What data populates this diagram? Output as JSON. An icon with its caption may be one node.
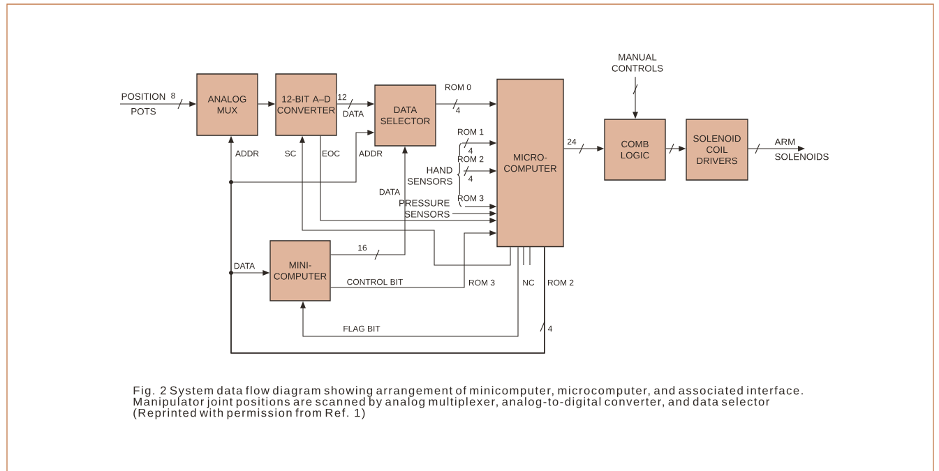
{
  "diagram": {
    "caption": "Fig. 2 System data flow diagram showing arrangement of minicomputer, microcomputer, and associated interface. Manipulator joint positions are scanned by analog multiplexer, analog-to-digital converter, and data selector (Reprinted with permission from Ref. 1)",
    "nodes": [
      {
        "text": [
          "ANALOG MUX"
        ]
      },
      {
        "text": [
          "12-BIT A–D CONVERTER"
        ]
      },
      {
        "text": [
          "DATA SELECTOR"
        ]
      },
      {
        "text": [
          "MICRO-COMPUTER"
        ]
      },
      {
        "text": [
          "MINI-COMPUTER"
        ]
      },
      {
        "text": [
          "COMB LOGIC"
        ]
      },
      {
        "text": [
          "SOLENOID COIL DRIVERS"
        ]
      },
      {
        "text": [
          "POSITION",
          "POTS"
        ]
      },
      {
        "text": [
          "MANUAL CONTROLS"
        ]
      },
      {
        "text": [
          "ARM",
          "SOLENOIDS"
        ]
      },
      {
        "text": [
          "HAND SENSORS"
        ]
      },
      {
        "text": [
          "PRESSURE SENSORS"
        ]
      }
    ],
    "edges": [
      {
        "from": 7,
        "to": 0,
        "arrow": "to",
        "label": "8"
      },
      {
        "from": 0,
        "to": 1,
        "arrow": "to"
      },
      {
        "from": 1,
        "to": 2,
        "arrow": "to",
        "label": "12"
      },
      {
        "from": 2,
        "to": 3,
        "arrow": "to",
        "label": "ROM 0"
      },
      {
        "from": 10,
        "to": 3,
        "arrow": "to",
        "label": "ROM 1"
      },
      {
        "from": 10,
        "to": 3,
        "arrow": "to",
        "label": "ROM 2"
      },
      {
        "from": 10,
        "to": 3,
        "arrow": "to",
        "label": "ROM 3"
      },
      {
        "from": 11,
        "to": 3,
        "arrow": "to"
      },
      {
        "from": 1,
        "to": 3,
        "arrow": "to",
        "label": "EOC"
      },
      {
        "from": 3,
        "to": 1,
        "arrow": "to",
        "label": "SC"
      },
      {
        "from": 4,
        "to": 2,
        "arrow": "to",
        "label": "16"
      },
      {
        "from": 4,
        "to": 3,
        "arrow": "to",
        "label": "CONTROL BIT"
      },
      {
        "from": 3,
        "to": 0,
        "arrow": "to",
        "label": "ADDR"
      },
      {
        "from": 3,
        "to": 2,
        "arrow": "to",
        "label": "ADDR"
      },
      {
        "from": 3,
        "to": 4,
        "arrow": "to",
        "label": "DATA"
      },
      {
        "from": 3,
        "to": 4,
        "arrow": "to",
        "label": "FLAG BIT"
      },
      {
        "from": 3,
        "to": 5,
        "arrow": "to",
        "label": "24"
      },
      {
        "from": 8,
        "to": 5,
        "arrow": "to"
      },
      {
        "from": 5,
        "to": 6,
        "arrow": "to"
      },
      {
        "from": 6,
        "to": 9,
        "arrow": "to"
      }
    ],
    "labels": [
      "DATA",
      "4",
      "4",
      "4",
      "DATA",
      "ROM 3",
      "NC",
      "ROM 2",
      "4"
    ]
  }
}
